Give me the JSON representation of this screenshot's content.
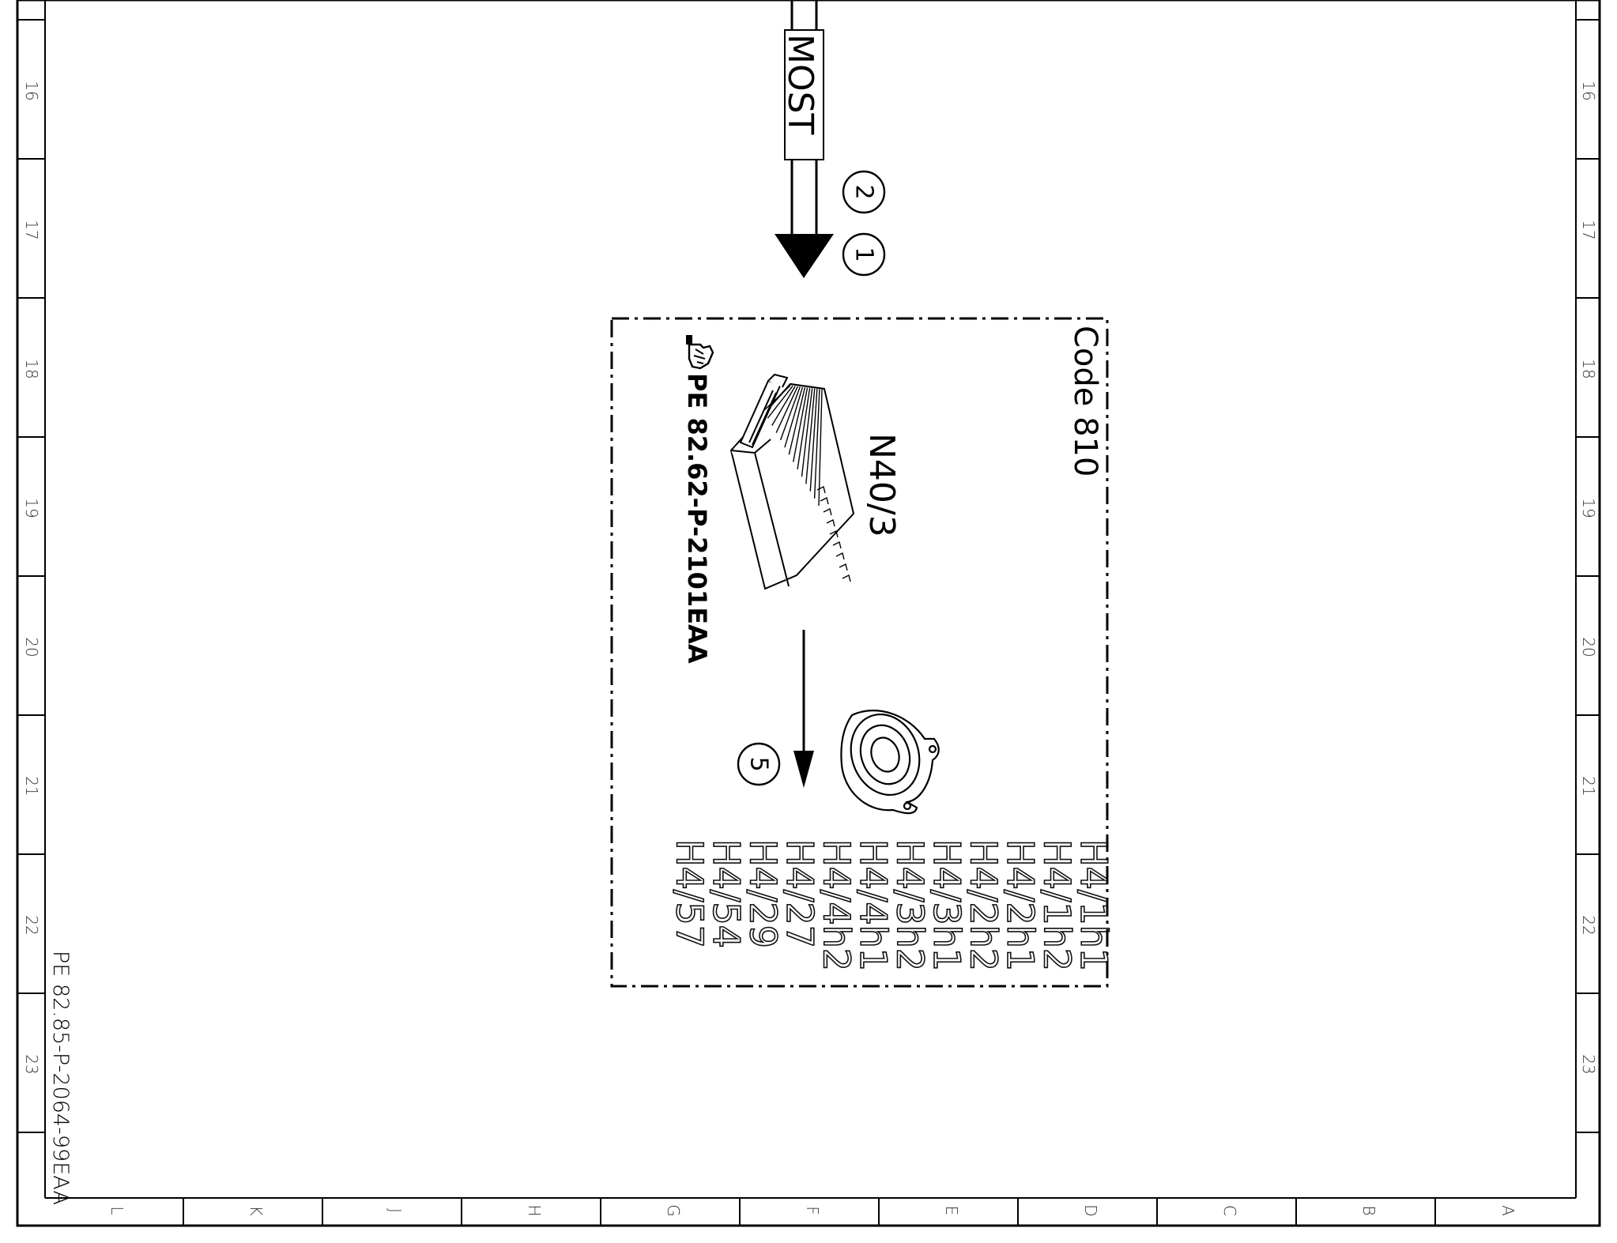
{
  "drawing": {
    "doc_number": "PE 82.85-P-2064-99EAA",
    "row_labels": [
      "16",
      "17",
      "18",
      "19",
      "20",
      "21",
      "22",
      "23"
    ],
    "column_labels": [
      "L",
      "K",
      "J",
      "H",
      "G",
      "F",
      "E",
      "D",
      "C",
      "B",
      "A"
    ]
  },
  "bus": {
    "label": "MOST",
    "markers": [
      "2",
      "1"
    ]
  },
  "module": {
    "code": "Code 810",
    "component": "N40/3",
    "reference": "PE 82.62-P-2101EAA",
    "reference_icon": "pointing-hand-icon",
    "device_icon": "amplifier-icon",
    "speaker_icon": "speaker-icon",
    "output_marker": "5",
    "speakers": [
      "H4/1h1",
      "H4/1h2",
      "H4/2h1",
      "H4/2h2",
      "H4/3h1",
      "H4/3h2",
      "H4/4h1",
      "H4/4h2",
      "H4/27",
      "H4/29",
      "H4/54",
      "H4/57"
    ]
  },
  "colors": {
    "ink": "#000000",
    "background": "#ffffff"
  }
}
